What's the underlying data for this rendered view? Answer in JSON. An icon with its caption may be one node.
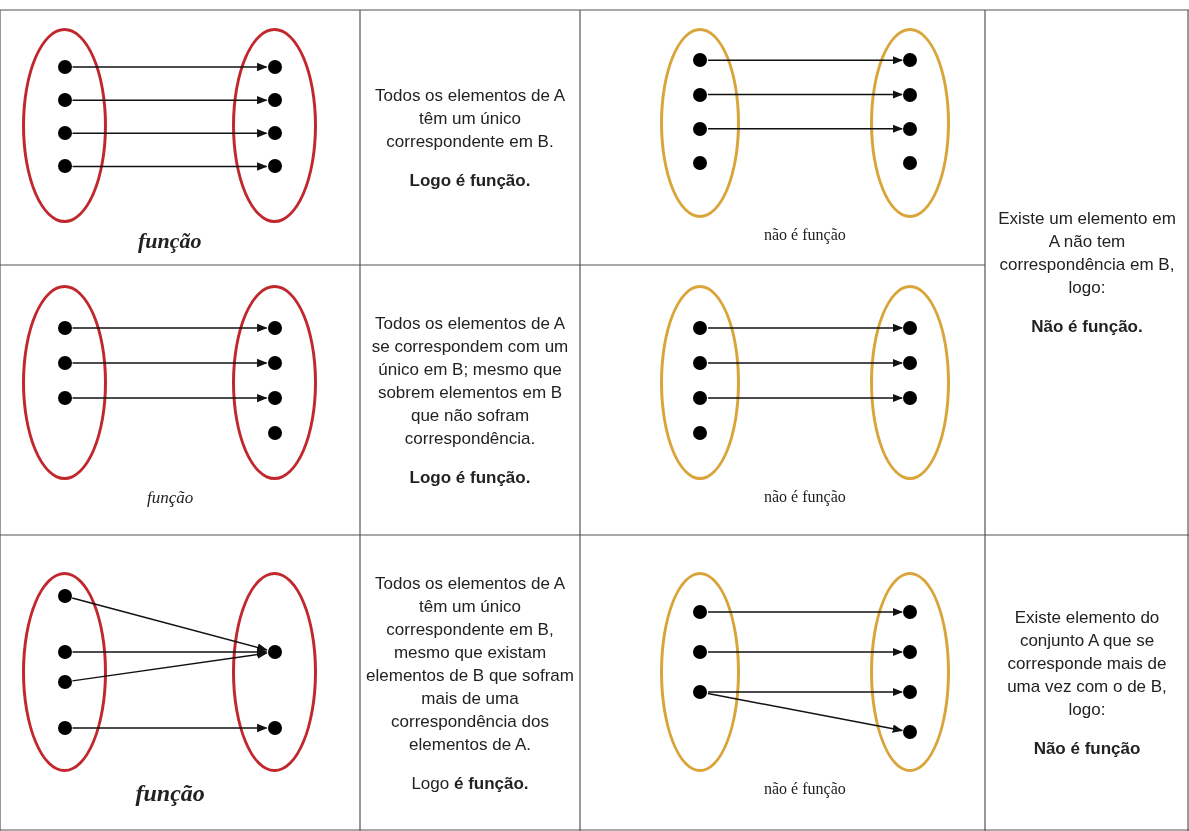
{
  "diagram": {
    "nodes": [
      {
        "text": [],
        "shape": "ellipse"
      },
      {
        "text": [],
        "shape": "circle",
        "in": 0
      },
      {
        "text": [],
        "shape": "circle",
        "in": 0
      },
      {
        "text": [],
        "shape": "circle",
        "in": 0
      },
      {
        "text": [],
        "shape": "circle",
        "in": 0
      },
      {
        "text": [],
        "shape": "ellipse"
      },
      {
        "text": [],
        "shape": "circle",
        "in": 5
      },
      {
        "text": [],
        "shape": "circle",
        "in": 5
      },
      {
        "text": [],
        "shape": "circle",
        "in": 5
      },
      {
        "text": [],
        "shape": "circle",
        "in": 5
      },
      {
        "text": [],
        "shape": "ellipse"
      },
      {
        "text": [],
        "shape": "circle",
        "in": 10
      },
      {
        "text": [],
        "shape": "circle",
        "in": 10
      },
      {
        "text": [],
        "shape": "circle",
        "in": 10
      },
      {
        "text": [],
        "shape": "circle",
        "in": 10
      },
      {
        "text": [],
        "shape": "ellipse"
      },
      {
        "text": [],
        "shape": "circle",
        "in": 15
      },
      {
        "text": [],
        "shape": "circle",
        "in": 15
      },
      {
        "text": [],
        "shape": "circle",
        "in": 15
      },
      {
        "text": [],
        "shape": "circle",
        "in": 15
      },
      {
        "text": [],
        "shape": "ellipse"
      },
      {
        "text": [],
        "shape": "circle",
        "in": 20
      },
      {
        "text": [],
        "shape": "circle",
        "in": 20
      },
      {
        "text": [],
        "shape": "circle",
        "in": 20
      },
      {
        "text": [],
        "shape": "ellipse"
      },
      {
        "text": [],
        "shape": "circle",
        "in": 24
      },
      {
        "text": [],
        "shape": "circle",
        "in": 24
      },
      {
        "text": [],
        "shape": "circle",
        "in": 24
      },
      {
        "text": [],
        "shape": "circle",
        "in": 24
      },
      {
        "text": [],
        "shape": "ellipse"
      },
      {
        "text": [],
        "shape": "circle",
        "in": 29
      },
      {
        "text": [],
        "shape": "circle",
        "in": 29
      },
      {
        "text": [],
        "shape": "circle",
        "in": 29
      },
      {
        "text": [],
        "shape": "circle",
        "in": 29
      },
      {
        "text": [],
        "shape": "ellipse"
      },
      {
        "text": [],
        "shape": "circle",
        "in": 34
      },
      {
        "text": [],
        "shape": "circle",
        "in": 34
      },
      {
        "text": [],
        "shape": "circle",
        "in": 34
      },
      {
        "text": [],
        "shape": "ellipse"
      },
      {
        "text": [],
        "shape": "circle",
        "in": 38
      },
      {
        "text": [],
        "shape": "circle",
        "in": 38
      },
      {
        "text": [],
        "shape": "circle",
        "in": 38
      },
      {
        "text": [],
        "shape": "circle",
        "in": 38
      },
      {
        "text": [],
        "shape": "ellipse"
      },
      {
        "text": [],
        "shape": "circle",
        "in": 43
      },
      {
        "text": [],
        "shape": "circle",
        "in": 43
      },
      {
        "text": [],
        "shape": "ellipse"
      },
      {
        "text": [],
        "shape": "circle",
        "in": 46
      },
      {
        "text": [],
        "shape": "circle",
        "in": 46
      },
      {
        "text": [],
        "shape": "circle",
        "in": 46
      },
      {
        "text": [],
        "shape": "ellipse"
      },
      {
        "text": [],
        "shape": "circle",
        "in": 50
      },
      {
        "text": [],
        "shape": "circle",
        "in": 50
      },
      {
        "text": [],
        "shape": "circle",
        "in": 50
      },
      {
        "text": [],
        "shape": "circle",
        "in": 50
      }
    ],
    "edges": [
      {
        "from": 1,
        "to": 6,
        "arrow": "to"
      },
      {
        "from": 2,
        "to": 7,
        "arrow": "to"
      },
      {
        "from": 3,
        "to": 8,
        "arrow": "to"
      },
      {
        "from": 4,
        "to": 9,
        "arrow": "to"
      },
      {
        "from": 11,
        "to": 16,
        "arrow": "to"
      },
      {
        "from": 12,
        "to": 17,
        "arrow": "to"
      },
      {
        "from": 13,
        "to": 18,
        "arrow": "to"
      },
      {
        "from": 21,
        "to": 25,
        "arrow": "to"
      },
      {
        "from": 22,
        "to": 26,
        "arrow": "to"
      },
      {
        "from": 23,
        "to": 27,
        "arrow": "to"
      },
      {
        "from": 30,
        "to": 35,
        "arrow": "to"
      },
      {
        "from": 31,
        "to": 36,
        "arrow": "to"
      },
      {
        "from": 32,
        "to": 37,
        "arrow": "to"
      },
      {
        "from": 39,
        "to": 44,
        "arrow": "to"
      },
      {
        "from": 40,
        "to": 44,
        "arrow": "to"
      },
      {
        "from": 41,
        "to": 44,
        "arrow": "to"
      },
      {
        "from": 42,
        "to": 45,
        "arrow": "to"
      },
      {
        "from": 47,
        "to": 51,
        "arrow": "to"
      },
      {
        "from": 48,
        "to": 52,
        "arrow": "to"
      },
      {
        "from": 49,
        "to": 53,
        "arrow": "to"
      },
      {
        "from": 49,
        "to": 54,
        "arrow": "to"
      }
    ],
    "labels": [
      "função",
      "Todos os elementos de A têm um único correspondente em B.",
      "Logo é função.",
      "não é função",
      "Existe um elemento em A não tem correspondência em B, logo:",
      "Não é função.",
      "função",
      "Todos os elementos de A se correspondem com um único em B; mesmo que sobrem elementos em B que não sofram correspondência.",
      "Logo é função.",
      "não é função",
      "função",
      "Todos os elementos de A têm um único correspondente em B, mesmo que existam elementos de B que sofram mais de uma correspondência dos elementos de A.",
      "Logo **é função.**",
      "não é função",
      "Existe elemento do conjunto A que se corresponde mais de uma vez com o de B, logo:",
      "Não é função"
    ]
  }
}
